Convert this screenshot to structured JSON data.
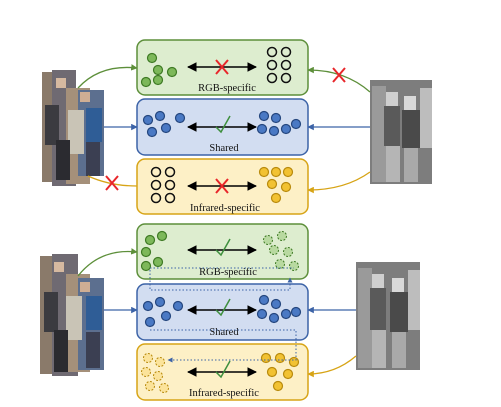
{
  "colors": {
    "green_fill": "#DDEDCF",
    "green_stroke": "#5D8F3A",
    "blue_fill": "#D2DDF1",
    "blue_stroke": "#3C63A7",
    "yellow_fill": "#FDF0C6",
    "yellow_stroke": "#D7A416",
    "cross": "#E8262A",
    "check": "#3E8F3E"
  },
  "top_diagram": {
    "modules": [
      {
        "label": "RGB-specific",
        "left_circles": "green",
        "right_circles": "black",
        "relation": "cross"
      },
      {
        "label": "Shared",
        "left_circles": "blue",
        "right_circles": "blue",
        "relation": "check"
      },
      {
        "label": "Infrared-specific",
        "left_circles": "black",
        "right_circles": "yellow",
        "relation": "cross"
      }
    ],
    "rgb_to_infrared_specific": "cross",
    "infrared_to_rgb_specific": "cross"
  },
  "bottom_diagram": {
    "modules": [
      {
        "label": "RGB-specific",
        "left_circles": "green",
        "right_circles": "green-dashed",
        "relation": "check"
      },
      {
        "label": "Shared",
        "left_circles": "blue",
        "right_circles": "blue",
        "relation": "check"
      },
      {
        "label": "Infrared-specific",
        "left_circles": "yellow-dashed",
        "right_circles": "yellow",
        "relation": "check"
      }
    ]
  }
}
